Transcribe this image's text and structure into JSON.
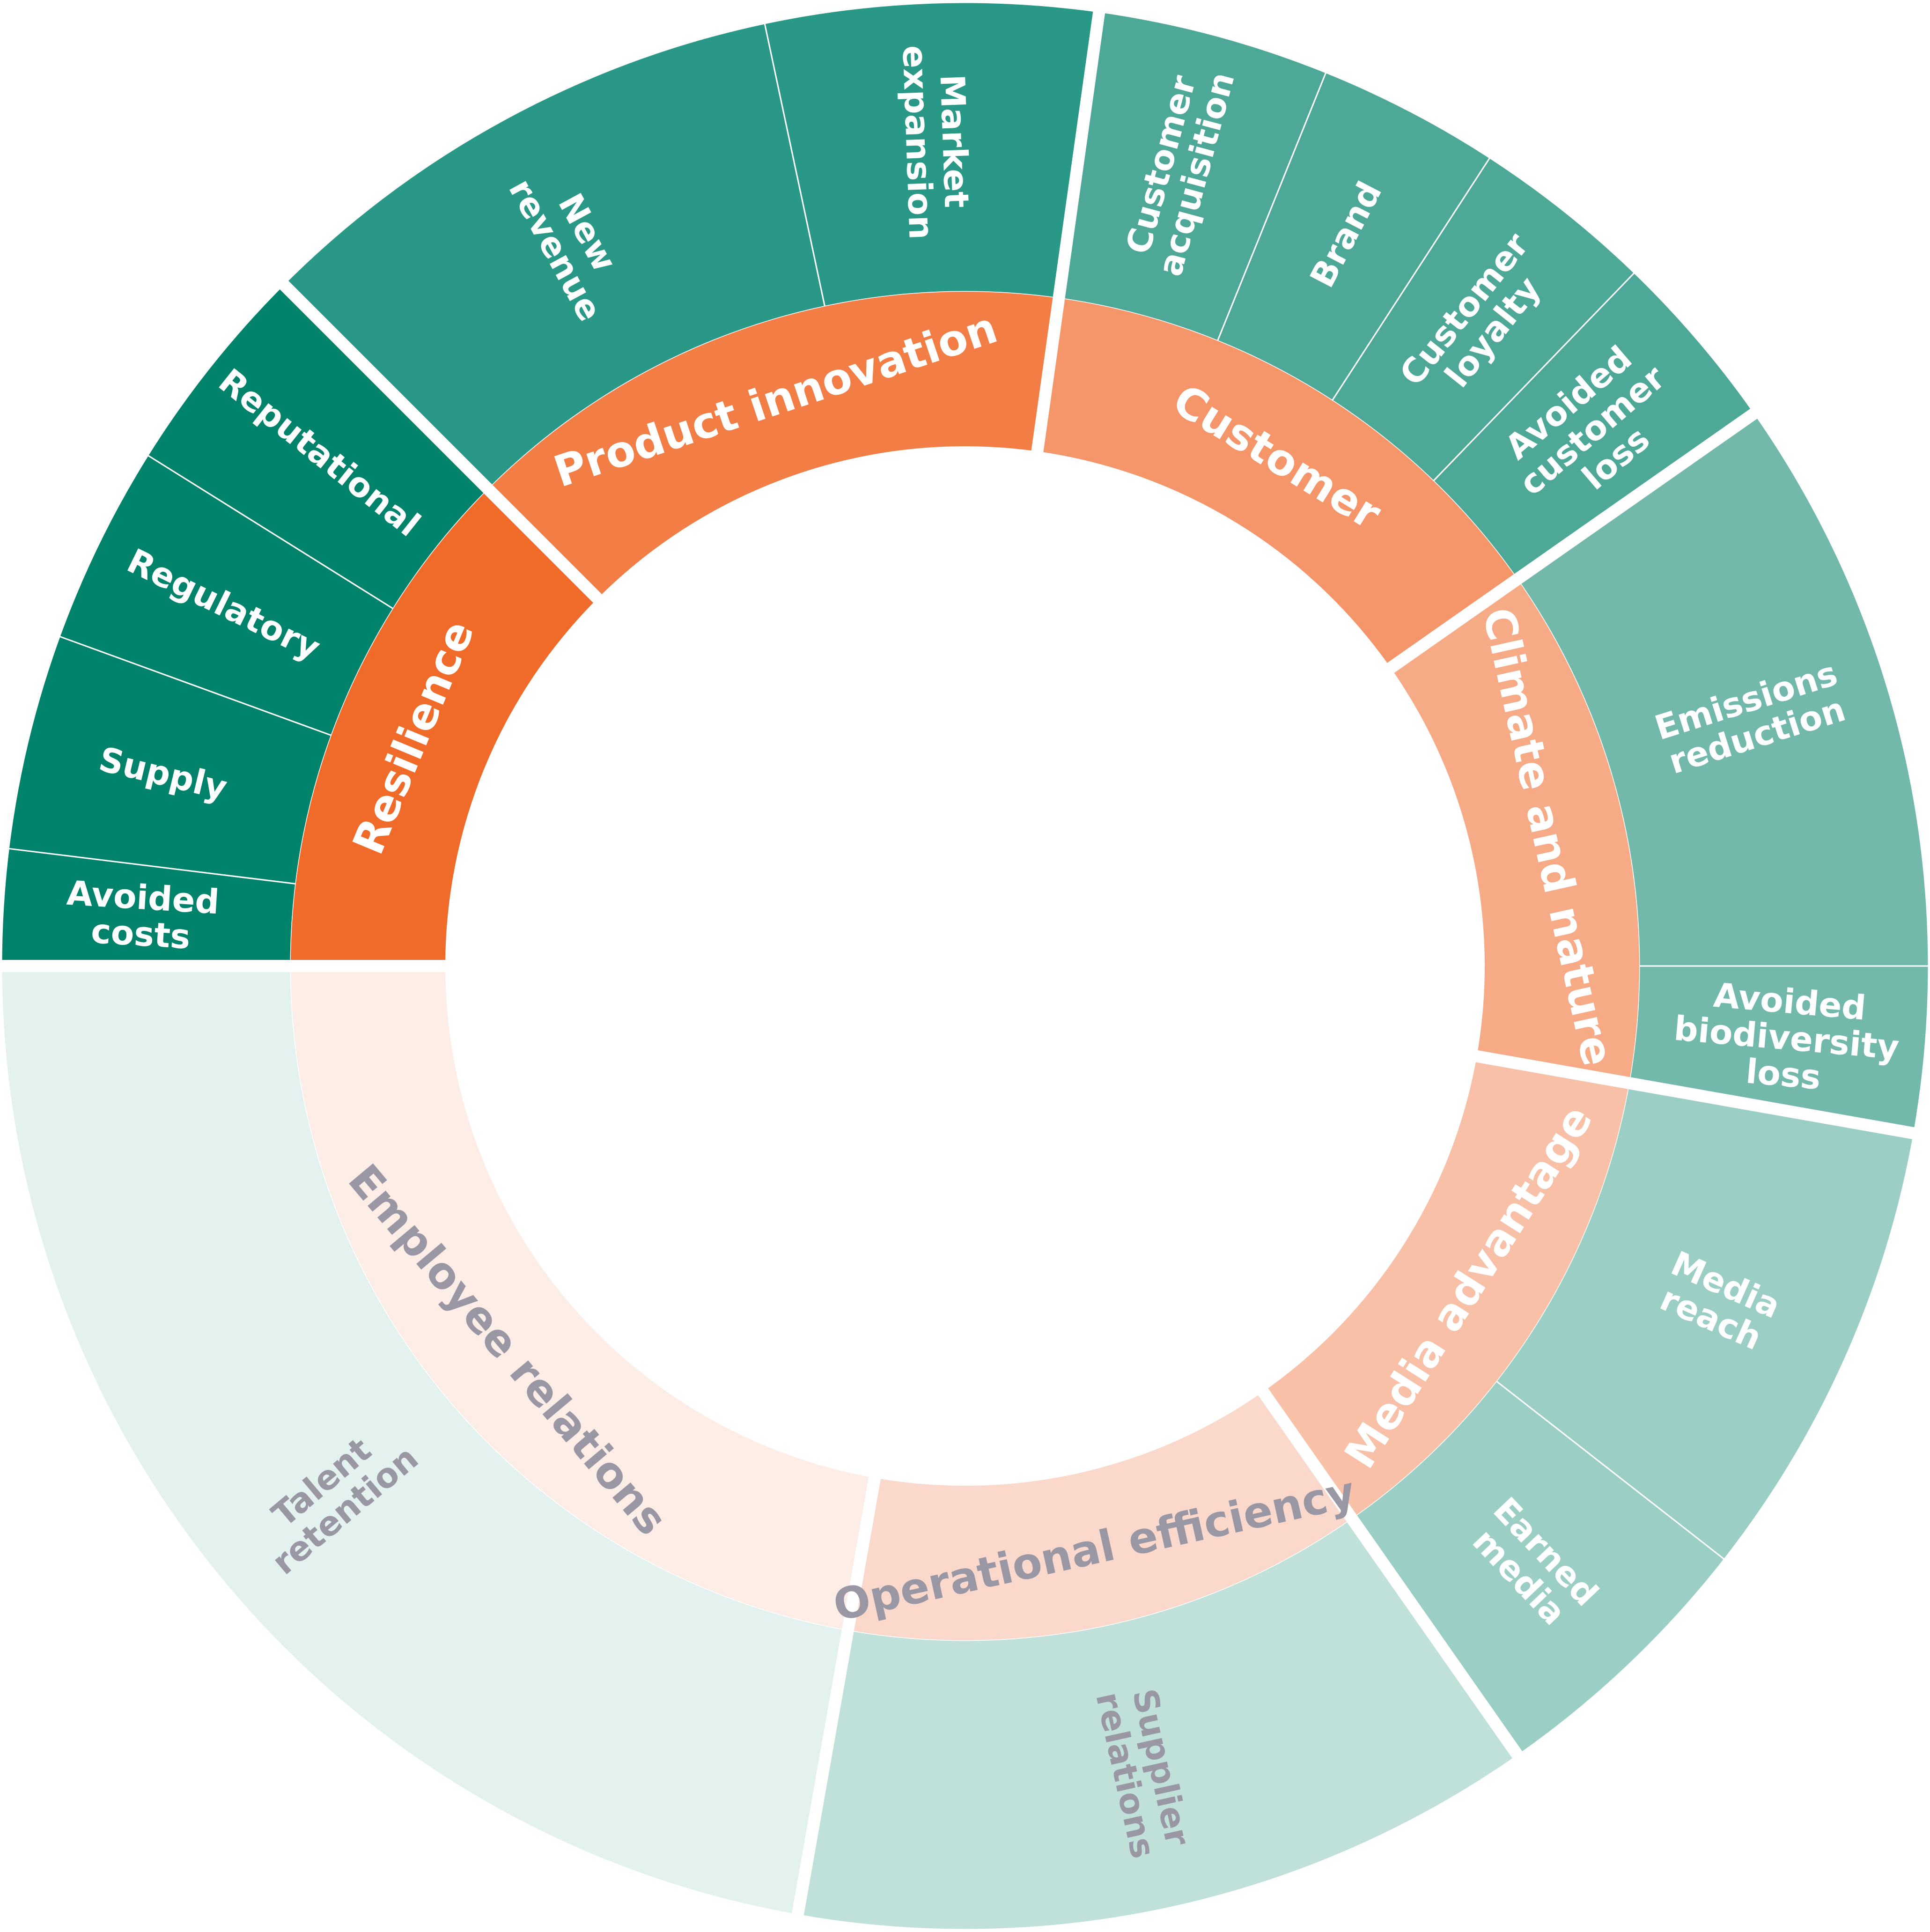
{
  "colors": {
    "background": "#ffffff",
    "separator": "#ffffff",
    "text_light": "#ffffff",
    "text_muted": "#9a97a4"
  },
  "inner_ring": [
    {
      "label": "Resilience",
      "fill": "#f06a2a",
      "text": "light"
    },
    {
      "label": "Product innovation",
      "fill": "#f27e46",
      "text": "light"
    },
    {
      "label": "Customer",
      "fill": "#f4956a",
      "text": "light"
    },
    {
      "label": "Climate and nature",
      "fill": "#f6aa86",
      "text": "light"
    },
    {
      "label": "Media advantage",
      "fill": "#f8c0a6",
      "text": "light"
    },
    {
      "label": "Operational efficiency",
      "fill": "#fad9cc",
      "text": "muted"
    },
    {
      "label": "Employee relations",
      "fill": "#fdede7",
      "text": "muted"
    }
  ],
  "outer_ring": [
    {
      "group": "Resilience",
      "fill": "#00836a",
      "text": "light",
      "items": [
        [
          "Avoided",
          "costs"
        ],
        [
          "Supply"
        ],
        [
          "Regulatory"
        ],
        [
          "Reputational"
        ]
      ]
    },
    {
      "group": "Product innovation",
      "fill": "#2a9886",
      "text": "light",
      "items": [
        [
          "New",
          "revenue"
        ],
        [
          "Market",
          "expansion"
        ]
      ]
    },
    {
      "group": "Customer",
      "fill": "#4ea898",
      "text": "light",
      "items": [
        [
          "Customer",
          "acquisition"
        ],
        [
          "Brand"
        ],
        [
          "Customer",
          "loyalty"
        ],
        [
          "Avoided",
          "customer",
          "loss"
        ]
      ]
    },
    {
      "group": "Climate and nature",
      "fill": "#72b9ac",
      "text": "light",
      "items": [
        [
          "Emissions",
          "reduction"
        ],
        [
          "Avoided",
          "biodiversity",
          "loss"
        ]
      ]
    },
    {
      "group": "Media advantage",
      "fill": "#9bcec4",
      "text": "light",
      "items": [
        [
          "Media",
          "reach"
        ],
        [
          "Earned",
          "media"
        ]
      ]
    },
    {
      "group": "Operational efficiency",
      "fill": "#bfe1da",
      "text": "muted",
      "items": [
        [
          "Supplier",
          "relations"
        ]
      ]
    },
    {
      "group": "Employee relations",
      "fill": "#e4f2ef",
      "text": "muted",
      "items": [
        [
          "Talent",
          "retention"
        ]
      ]
    }
  ]
}
